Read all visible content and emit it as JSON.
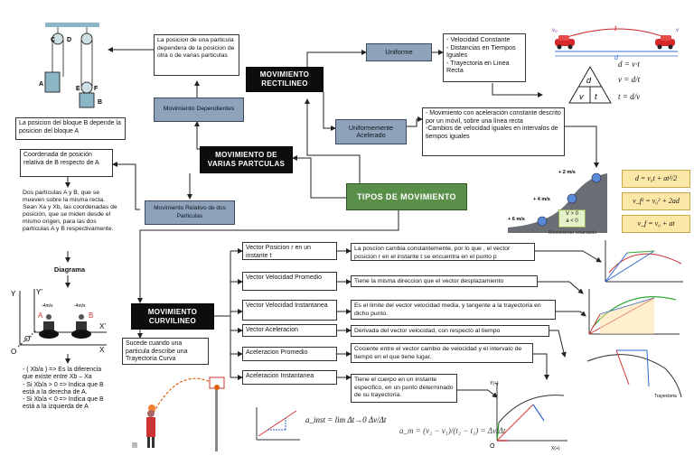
{
  "main_title": "TIPOS DE MOVIMIENTO",
  "rectilineo": {
    "title": "MOVIMIENTO RECTILINEO",
    "uniforme": {
      "label": "Uniforme",
      "description": "- Velocidad Constante\n- Distancias en Tiempos Iguales\n- Trayectoria en Linea Recta",
      "triangle": {
        "top": "d",
        "bottom_left": "v",
        "bottom_right": "t"
      },
      "formulas": [
        "d = v·t",
        "v = d/t",
        "t = d/v"
      ],
      "car_labels": {
        "time": "t",
        "distance": "d",
        "v0": "v₀",
        "v": "v"
      }
    },
    "acelerado": {
      "label": "Uniformemente Acelerado",
      "description": "- Movimiento con aceleración constante descrito por un móvil, sobre una línea recta\n-Cambios de velocidad iguales en intervalos de tiempos iguales",
      "speeds": [
        "+ 2 m/s",
        "+ 4 m/s",
        "+ 6 m/s"
      ],
      "conditions": [
        "V > 0",
        "a < 0"
      ],
      "caption": "Movimiento retardado",
      "formulas": [
        "d = v₀t + at²/2",
        "v_f² = v₀² + 2ad",
        "v_f = v₀ + at"
      ]
    }
  },
  "varias": {
    "title": "MOVIMIENTO DE VARIAS PARTCULAS",
    "dependientes": {
      "label": "Movimiento Dependientes",
      "description": "La posicion de una particula dependera de la posicion de otra o de varias particulas",
      "pulley_note": "La posicion del bloque B depende la posicion del bloque A",
      "pulley_labels": [
        "C",
        "D",
        "A",
        "B",
        "E",
        "F"
      ]
    },
    "relativo": {
      "label": "Movimiento Relativo de dos Particulas",
      "description": "Coordenada de posición relativa de B respecto de A",
      "detail": "Dos partículas A y B, que se mueven sobre la misma recta. Sean Xa y Xb, las coordenadas de posición, que se miden desde el mismo origen, para las dos partículas A y B respectivamente.",
      "diagram_title": "Diagrama",
      "diagram_labels": {
        "y": "Y",
        "y2": "Y'",
        "x": "X",
        "x2": "X'",
        "o": "O",
        "o2": "O'",
        "a": "A",
        "b": "B",
        "va": "-4m/s",
        "vb": "-4m/s"
      },
      "rules": "- ( Xb/a ) => Es la diferencia que existe entre Xb – Xa\n- Si Xb/a > 0 => Indica que B está a la derecha de A.\n- Si Xb/a < 0 => Indica que B está a la izquierda de A"
    }
  },
  "curvilineo": {
    "title": "MOVIMIENTO CURVILINEO",
    "description": "Sucede cuando una particula describe una Trayectoria Curva",
    "items": [
      {
        "label": "Vector Posicion r en un instante t",
        "desc": "La poscion cambia constantemente, por lo que , el vector posicion r en el instante t se encuentra en el punto p"
      },
      {
        "label": "Vector Velocidad Promedio",
        "desc": "Tiene la misma direccion que el vector desplazamiento"
      },
      {
        "label": "Vector Velocidad Instantanea",
        "desc": "Es el limite del vector velocidad media, y tangente a la trayectoria en dicho punto."
      },
      {
        "label": "Vector Aceleracion",
        "desc": "Derivada del vector velocidad, con respecto al tiempo"
      },
      {
        "label": "Aceleracion Promedio",
        "desc": "Cociente entre el vector cambio de velocidad y el intervalo de tiempo en el que tiene lugar."
      },
      {
        "label": "Aceleracion Instantanea",
        "desc": "Tiene el cuerpo en un instante especifico, en un punto determinado de su trayectoria."
      }
    ],
    "formula_inst": "a_inst = lim Δt→0  Δv/Δt",
    "formula_prom": "a_m = (v₂ − v₁)/(t₂ − t₁) = Δv/Δt",
    "graph_labels": {
      "y": "Y(+)",
      "x": "X(+)",
      "trayectoria": "Trayectoria",
      "o": "O"
    }
  }
}
